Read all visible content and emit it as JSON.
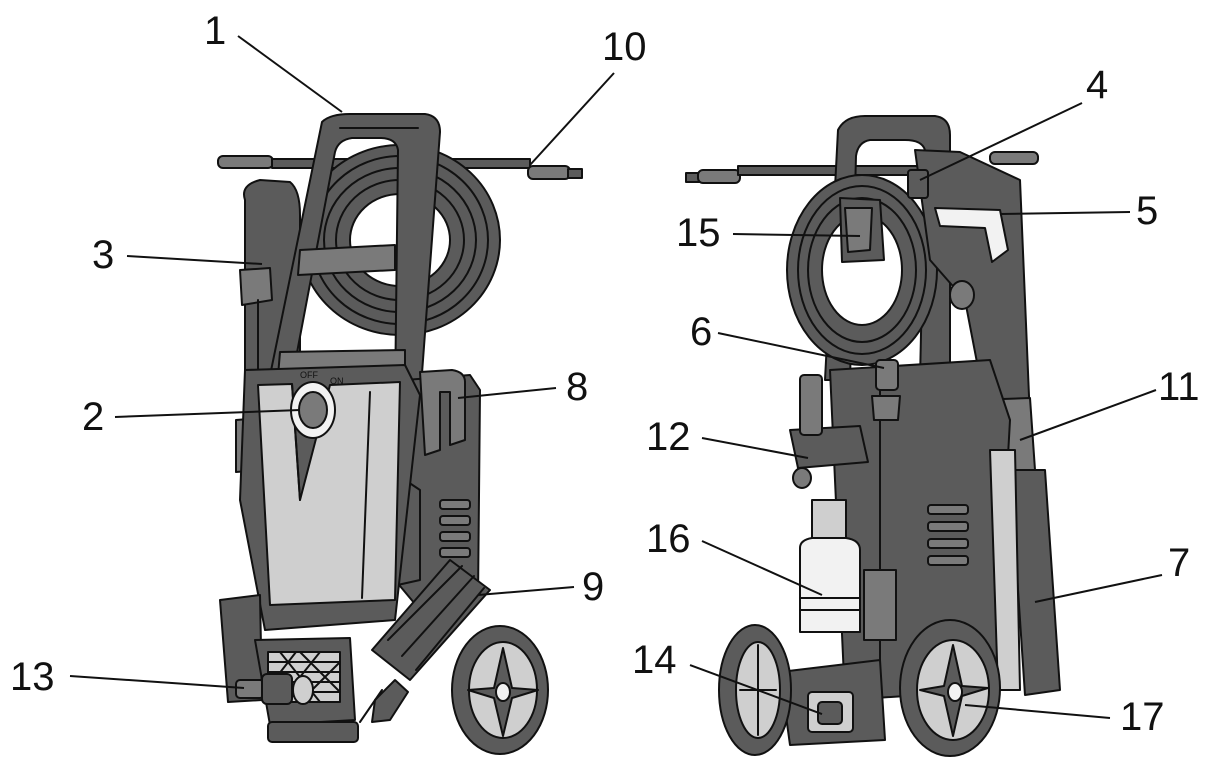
{
  "callouts": [
    {
      "id": "1",
      "label": "1"
    },
    {
      "id": "2",
      "label": "2"
    },
    {
      "id": "3",
      "label": "3"
    },
    {
      "id": "4",
      "label": "4"
    },
    {
      "id": "5",
      "label": "5"
    },
    {
      "id": "6",
      "label": "6"
    },
    {
      "id": "7",
      "label": "7"
    },
    {
      "id": "8",
      "label": "8"
    },
    {
      "id": "9",
      "label": "9"
    },
    {
      "id": "10",
      "label": "10"
    },
    {
      "id": "11",
      "label": "11"
    },
    {
      "id": "12",
      "label": "12"
    },
    {
      "id": "13",
      "label": "13"
    },
    {
      "id": "14",
      "label": "14"
    },
    {
      "id": "15",
      "label": "15"
    },
    {
      "id": "16",
      "label": "16"
    },
    {
      "id": "17",
      "label": "17"
    }
  ],
  "switch_labels": {
    "off": "OFF",
    "on": "ON"
  }
}
